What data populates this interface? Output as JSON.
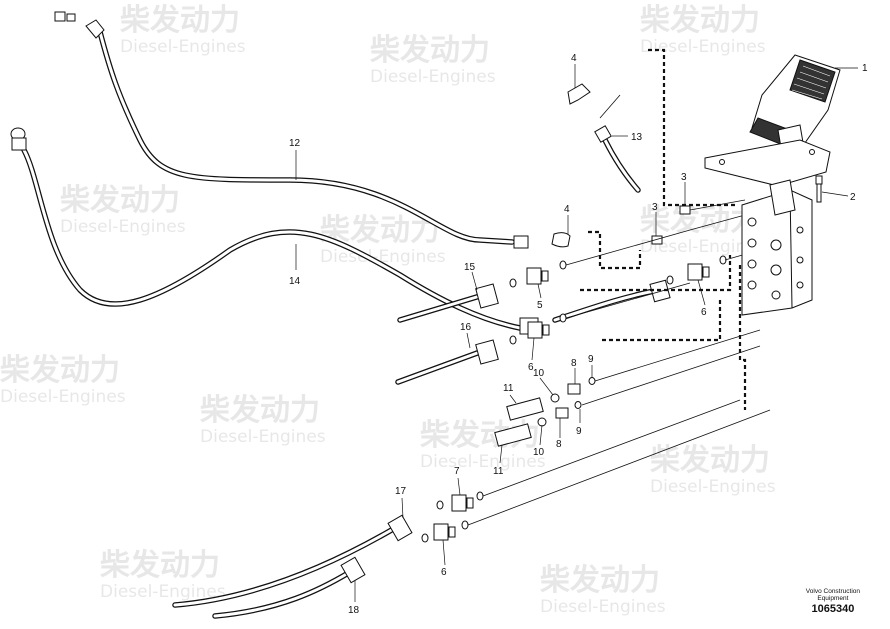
{
  "callouts": {
    "c1": "1",
    "c2": "2",
    "c3a": "3",
    "c3b": "3",
    "c4a": "4",
    "c4b": "4",
    "c5": "5",
    "c6a": "6",
    "c6b": "6",
    "c6c": "6",
    "c7": "7",
    "c8a": "8",
    "c8b": "8",
    "c9a": "9",
    "c9b": "9",
    "c10a": "10",
    "c10b": "10",
    "c11a": "11",
    "c11b": "11",
    "c12": "12",
    "c13": "13",
    "c14": "14",
    "c15": "15",
    "c16": "16",
    "c17": "17",
    "c18": "18"
  },
  "watermark": {
    "cn": "柴发动力",
    "en": "Diesel-Engines"
  },
  "brand": {
    "line1": "Volvo Construction",
    "line2": "Equipment",
    "number": "1065340"
  }
}
